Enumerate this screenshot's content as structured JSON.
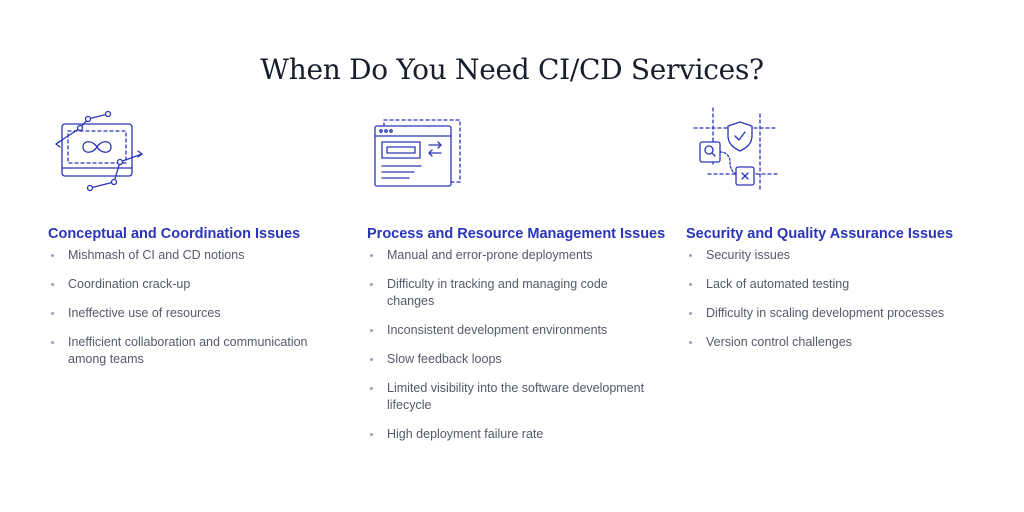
{
  "page": {
    "title": "When Do You Need CI/CD Services?",
    "accent_color": "#2a35b8",
    "text_color": "#555a6a"
  },
  "columns": [
    {
      "icon": "infinity-monitor-icon",
      "heading": "Conceptual and Coordination Issues",
      "items": [
        "Mishmash of CI and CD notions",
        "Coordination crack-up",
        "Ineffective use of resources",
        "Inefficient collaboration and communication among teams"
      ]
    },
    {
      "icon": "browser-window-icon",
      "heading": "Process and Resource Management Issues",
      "items": [
        "Manual and error-prone deployments",
        "Difficulty in tracking and managing code changes",
        "Inconsistent development environments",
        "Slow feedback loops",
        "Limited visibility into the software development lifecycle",
        "High deployment failure rate"
      ]
    },
    {
      "icon": "security-shield-icon",
      "heading": "Security and Quality Assurance Issues",
      "items": [
        "Security issues",
        "Lack of automated testing",
        "Difficulty in scaling development processes",
        "Version control challenges"
      ]
    }
  ]
}
